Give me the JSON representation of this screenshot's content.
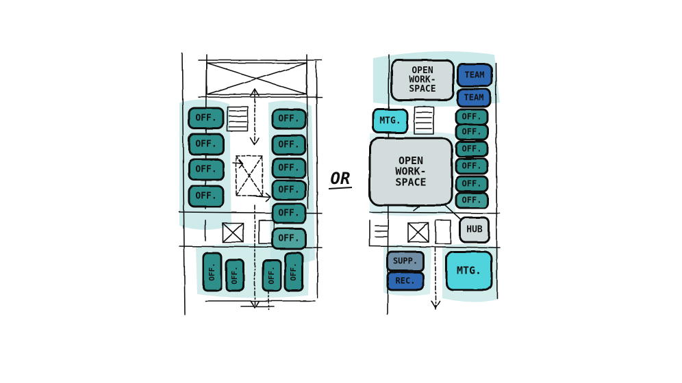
{
  "colors": {
    "ink": "#111111",
    "office_teal": "#2f8f8a",
    "wash_light": "#bfe3e3",
    "meeting_cyan": "#4fd3dd",
    "team_blue": "#2f67b3",
    "support_grey": "#6f8fa6",
    "open_grey": "#d3dcdc",
    "paper": "#ffffff"
  },
  "connector": {
    "label": "OR"
  },
  "plan_a": {
    "left_offices": [
      "OFF.",
      "OFF.",
      "OFF.",
      "OFF."
    ],
    "right_offices": [
      "OFF.",
      "OFF.",
      "OFF.",
      "OFF.",
      "OFF.",
      "OFF."
    ],
    "bottom_offices": [
      "OFF.",
      "OFF.",
      "OFF.",
      "OFF."
    ]
  },
  "plan_b": {
    "open_top": [
      "OPEN",
      "WORK-",
      "SPACE"
    ],
    "open_center": [
      "OPEN",
      "WORK-",
      "SPACE"
    ],
    "team_rooms": [
      "TEAM",
      "TEAM"
    ],
    "meeting_small": "MTG.",
    "offices": [
      "OFF.",
      "OFF.",
      "OFF.",
      "OFF.",
      "OFF.",
      "OFF."
    ],
    "hub": "HUB",
    "support": "SUPP.",
    "reception": "REC.",
    "meeting_large": "MTG."
  }
}
